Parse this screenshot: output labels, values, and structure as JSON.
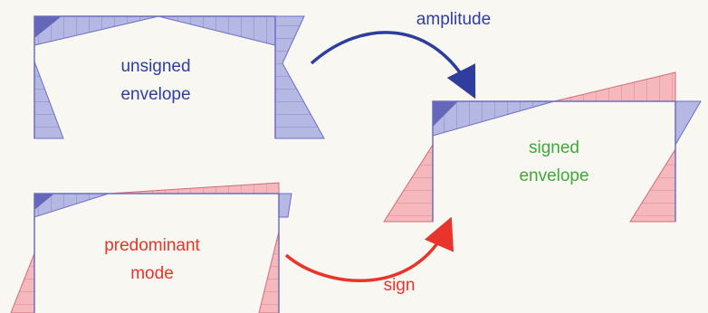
{
  "labels": {
    "unsigned_envelope": [
      "unsigned",
      "envelope"
    ],
    "predominant_mode": [
      "predominant",
      "mode"
    ],
    "signed_envelope": [
      "signed",
      "envelope"
    ],
    "amplitude": "amplitude",
    "sign": "sign"
  },
  "colors": {
    "background": "#f8f7f2",
    "blue_fill": "#b5b8e3",
    "blue_dark_fill": "#6567b8",
    "blue_stroke": "#6c6fc0",
    "red_fill": "#f4b8bd",
    "red_stroke": "#d46a76",
    "blue_text": "#2f3e9e",
    "red_text": "#e8342c",
    "green_text": "#3fa83a",
    "arrow_blue": "#2f3e9e",
    "arrow_red": "#e8342c"
  }
}
